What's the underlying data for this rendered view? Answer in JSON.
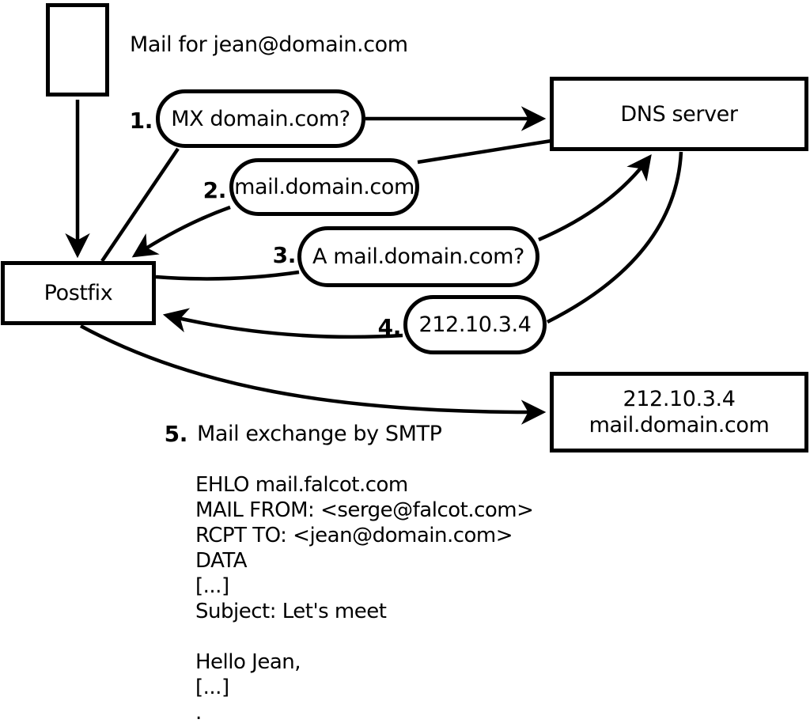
{
  "title": "Mail for jean@domain.com",
  "nodes": {
    "postfix": {
      "label": "Postfix"
    },
    "dns": {
      "label": "DNS server"
    },
    "destination": {
      "line1": "212.10.3.4",
      "line2": "mail.domain.com"
    }
  },
  "steps": [
    {
      "num": "1.",
      "label": "MX domain.com?"
    },
    {
      "num": "2.",
      "label": "mail.domain.com"
    },
    {
      "num": "3.",
      "label": "A mail.domain.com?"
    },
    {
      "num": "4.",
      "label": "212.10.3.4"
    },
    {
      "num": "5.",
      "label": "Mail exchange by SMTP"
    }
  ],
  "smtp_session": {
    "lines": [
      "EHLO mail.falcot.com",
      "MAIL FROM: <serge@falcot.com>",
      "RCPT TO: <jean@domain.com>",
      "DATA",
      "[...]",
      "Subject: Let's meet",
      "",
      "Hello Jean,",
      "[...]",
      "."
    ]
  },
  "colors": {
    "stroke": "#000000",
    "background": "#ffffff"
  }
}
